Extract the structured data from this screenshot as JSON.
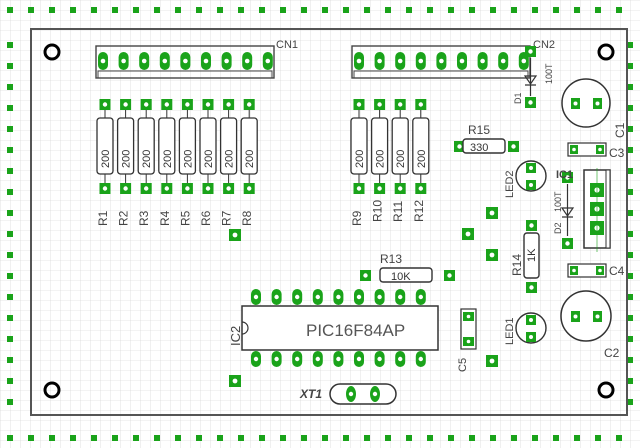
{
  "colors": {
    "grid": "#c8c8c8",
    "pad": "#1aa31a",
    "pad_hole": "#ffffff",
    "outline": "#555555",
    "silk": "#333333",
    "label": "#555555"
  },
  "connectors": {
    "cn1": {
      "label": "CN1",
      "pins": 9
    },
    "cn2": {
      "label": "CN2",
      "pins": 9
    }
  },
  "resistor_bank_1": {
    "labels": [
      "R1",
      "R2",
      "R3",
      "R4",
      "R5",
      "R6",
      "R7",
      "R8"
    ],
    "value": "200"
  },
  "resistor_bank_2": {
    "labels": [
      "R9",
      "R10",
      "R11",
      "R12"
    ],
    "value": "200"
  },
  "resistors": {
    "r13": {
      "label": "R13",
      "value": "10K"
    },
    "r14": {
      "label": "R14",
      "value": "1K"
    },
    "r15": {
      "label": "R15",
      "value": "330"
    }
  },
  "chip": {
    "label": "IC2",
    "part": "PIC16F84AP"
  },
  "regulator": {
    "label": "IC1"
  },
  "crystal": {
    "label": "XT1"
  },
  "diodes": {
    "d1": {
      "label": "D1",
      "value": "100T"
    },
    "d2": {
      "label": "D2",
      "value": "100T"
    }
  },
  "capacitors": {
    "c1": {
      "label": "C1"
    },
    "c2": {
      "label": "C2"
    },
    "c3": {
      "label": "C3"
    },
    "c4": {
      "label": "C4"
    },
    "c5": {
      "label": "C5"
    }
  },
  "leds": {
    "led1": {
      "label": "LED1"
    },
    "led2": {
      "label": "LED2"
    }
  }
}
